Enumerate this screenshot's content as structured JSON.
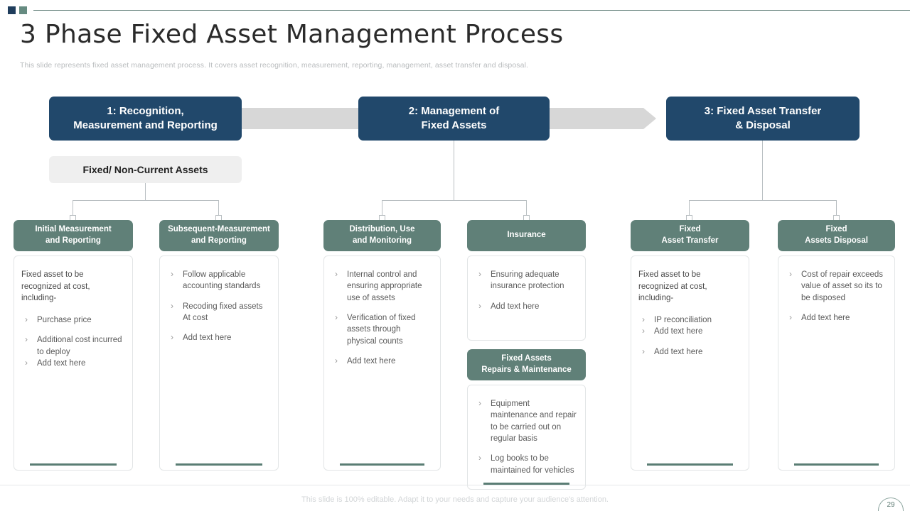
{
  "slide": {
    "title": "3 Phase Fixed Asset Management Process",
    "subtitle": "This slide represents fixed asset management process. It covers asset recognition, measurement, reporting, management, asset transfer and disposal.",
    "footer_note": "This slide is 100% editable. Adapt it to your needs and capture your audience's attention.",
    "page_number": "29"
  },
  "colors": {
    "phase_navy": "#21486b",
    "category_green": "#608078",
    "connector_gray": "#d7d7d7",
    "accent_bar": "#5a7d74"
  },
  "phases": [
    {
      "label": "1: Recognition,\nMeasurement and Reporting"
    },
    {
      "label": "2: Management of\nFixed Assets"
    },
    {
      "label": "3: Fixed Asset  Transfer\n& Disposal"
    }
  ],
  "sub_banner": {
    "label": "Fixed/ Non-Current Assets"
  },
  "columns": [
    {
      "head": "Initial Measurement\nand Reporting",
      "lead": "Fixed asset to be recognized at cost, including-",
      "bullets": [
        "Purchase price",
        "Additional cost incurred\nto deploy",
        "Add text here"
      ],
      "tight": [
        false,
        false,
        false
      ]
    },
    {
      "head": "Subsequent-Measurement\nand Reporting",
      "lead": "",
      "bullets": [
        "Follow applicable accounting standards",
        "Recoding fixed assets At cost",
        "Add text here"
      ],
      "tight": [
        false,
        false,
        false
      ]
    },
    {
      "head": "Distribution,  Use\nand Monitoring",
      "lead": "",
      "bullets": [
        "Internal control and ensuring appropriate use of assets",
        "Verification of fixed assets through physical counts",
        "Add text here"
      ],
      "tight": [
        false,
        false,
        false
      ]
    },
    {
      "head": "Insurance",
      "lead": "",
      "bullets": [
        "Ensuring adequate insurance protection",
        "Add text here"
      ],
      "tight": [
        false,
        false
      ]
    },
    {
      "head": "Fixed\nAsset Transfer",
      "lead": "Fixed asset to be recognized at cost, including-",
      "bullets": [
        "IP reconciliation",
        "Add text here",
        "Add text here"
      ],
      "tight": [
        true,
        false,
        false
      ]
    },
    {
      "head": "Fixed\nAssets Disposal",
      "lead": "",
      "bullets": [
        "Cost of repair exceeds value of asset so its to be disposed",
        "Add text here"
      ],
      "tight": [
        false,
        false
      ]
    }
  ],
  "repairs_block": {
    "head": "Fixed Assets\nRepairs & Maintenance",
    "bullets": [
      "Equipment maintenance and repair to be carried out on regular basis",
      "Log books to be maintained for vehicles"
    ]
  }
}
